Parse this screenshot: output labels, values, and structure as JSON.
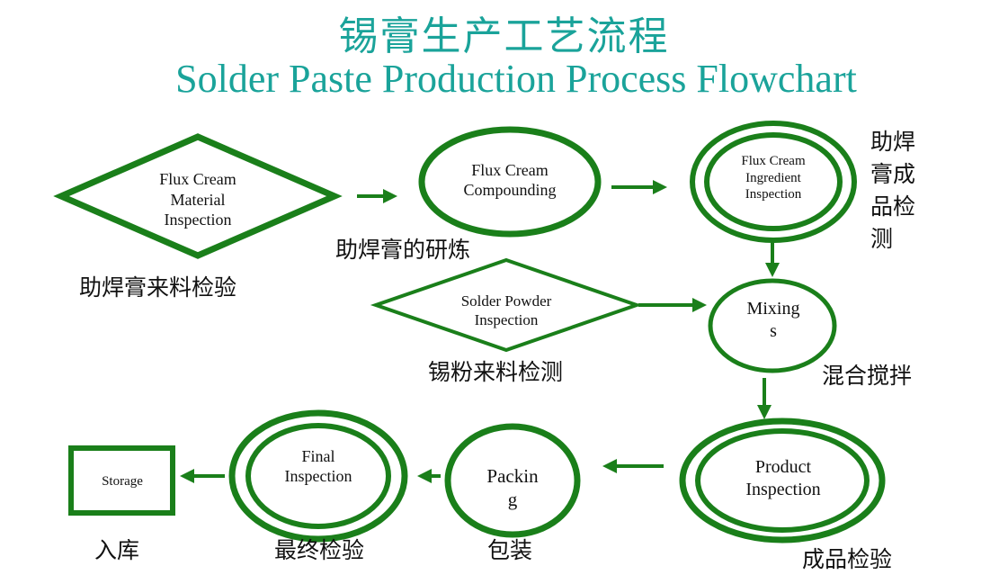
{
  "header": {
    "title_cn": "锡膏生产工艺流程",
    "title_en": "Solder Paste Production Process Flowchart"
  },
  "colors": {
    "title": "#1aa39a",
    "shape_stroke": "#1a7f1a",
    "arrow": "#1a7f1a",
    "text": "#111111"
  },
  "nodes": {
    "flux_material": {
      "label": "Flux Cream\nMaterial\nInspection",
      "label_cn": "助焊膏来料检验"
    },
    "flux_compounding": {
      "label": "Flux Cream\nCompounding",
      "label_cn": "助焊膏的研炼"
    },
    "flux_ingredient": {
      "label": "Flux Cream\nIngredient\nInspection",
      "label_cn": "助焊\n膏成\n品检\n测"
    },
    "solder_powder": {
      "label": "Solder Powder\nInspection",
      "label_cn": "锡粉来料检测"
    },
    "mixing": {
      "label": "Mixing\ns",
      "label_cn": "混合搅拌"
    },
    "product_inspection": {
      "label": "Product\nInspection",
      "label_cn": "成品检验"
    },
    "packing": {
      "label": "Packin\ng",
      "label_cn": "包装"
    },
    "final_inspection": {
      "label": "Final\nInspection",
      "label_cn": "最终检验"
    },
    "storage": {
      "label": "Storage",
      "label_cn": "入库"
    }
  }
}
